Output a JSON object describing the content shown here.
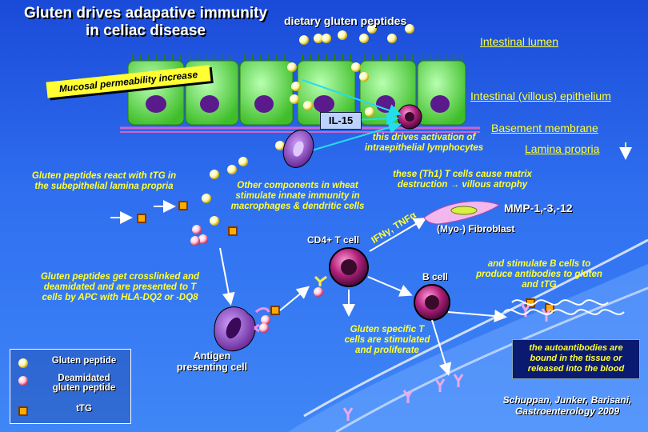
{
  "title_line1": "Gluten drives adapative immunity",
  "title_line2": "in celiac disease",
  "labels": {
    "dietary": "dietary gluten peptides",
    "lumen": "Intestinal lumen",
    "epithelium": "Intestinal (villous) epithelium",
    "basement": "Basement membrane",
    "propria": "Lamina propria",
    "permeability": "Mucosal permeability increase",
    "il15": "IL-15",
    "activation_1": "this drives activation of",
    "activation_2": "intraepithelial lymphocytes",
    "ttg_react_1": "Gluten peptides react with tTG in",
    "ttg_react_2": "the subepithelial lamina propria",
    "innate_1": "Other components in wheat",
    "innate_2": "stimulate innate immunity in",
    "innate_3": "macrophages & dendritic cells",
    "th1_1": "these (Th1) T cells cause matrix",
    "th1_2": "destruction → villous atrophy",
    "mmp": "MMP-1,-3,-12",
    "fibroblast": "(Myo-) Fibroblast",
    "cytokines": "IFNγ, TNFα",
    "cd4": "CD4+ T cell",
    "bcell": "B cell",
    "bstim_1": "and stimulate B cells to",
    "bstim_2": "produce antibodies to gluten",
    "bstim_3": "and tTG",
    "crosslink_1": "Gluten peptides get crosslinked and",
    "crosslink_2": "deamidated and are presented to T",
    "crosslink_3": "cells by APC with HLA-DQ2 or -DQ8",
    "tspec_1": "Gluten specific T",
    "tspec_2": "cells are stimulated",
    "tspec_3": "and proliferate",
    "apc_1": "Antigen",
    "apc_2": "presenting cell",
    "auto_1": "the  autoantibodies are",
    "auto_2": "bound in the tissue or",
    "auto_3": "released into the blood",
    "cite_1": "Schuppan, Junker, Barisani,",
    "cite_2": "Gastroenterology 2009"
  },
  "legend": {
    "gluten": "Gluten peptide",
    "deamidated_1": "Deamidated",
    "deamidated_2": "gluten peptide",
    "ttg": "tTG"
  },
  "colors": {
    "background": "#2f6ff0",
    "cell_green": "#66dd44",
    "nucleus": "#5a1a8c",
    "label_yellow": "#ffff33",
    "membrane": "#cc66cc",
    "antibody": "#e8a8ee"
  }
}
